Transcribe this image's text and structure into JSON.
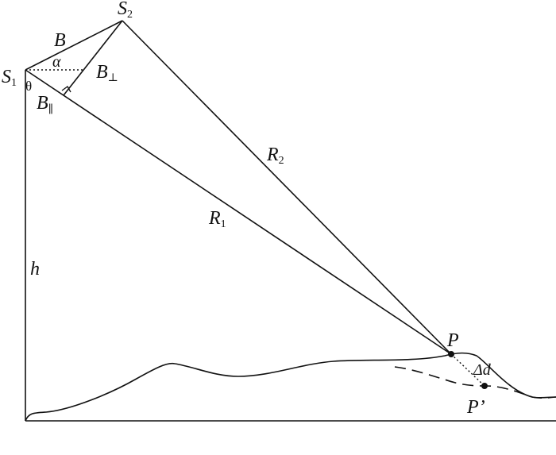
{
  "labels": {
    "s1": {
      "main": "S",
      "sub": "1"
    },
    "s2": {
      "main": "S",
      "sub": "2"
    },
    "b": "B",
    "alpha": "α",
    "theta": "θ",
    "b_perp": {
      "main": "B",
      "sub": "⊥"
    },
    "b_par": {
      "main": "B",
      "sub": "∥"
    },
    "r1": {
      "main": "R",
      "sub": "1"
    },
    "r2": {
      "main": "R",
      "sub": "2"
    },
    "h": "h",
    "p": "P",
    "p_prime": "P’",
    "delta_d": "Δd"
  }
}
